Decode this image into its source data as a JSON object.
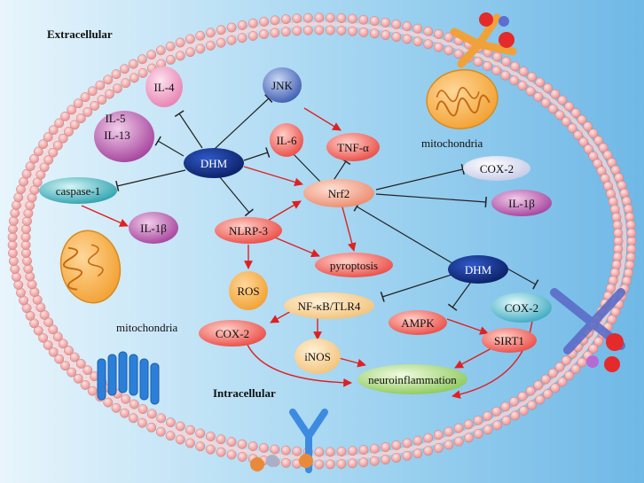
{
  "regions": {
    "extracellular": "Extracellular",
    "intracellular": "Intracellular",
    "mitochondria_top": "mitochondria",
    "mitochondria_left": "mitochondria"
  },
  "nodes": {
    "il4": "IL-4",
    "jnk": "JNK",
    "il5": "IL-5",
    "il13": "IL-13",
    "il6": "IL-6",
    "tnf": "TNF-α",
    "dhm_top": "DHM",
    "caspase1": "caspase-1",
    "nrf2": "Nrf2",
    "cox2_right": "COX-2",
    "il1b_right": "IL-1β",
    "il1b_left": "IL-1β",
    "nlrp3": "NLRP-3",
    "pyroptosis": "pyroptosis",
    "dhm_right": "DHM",
    "ros": "ROS",
    "nfkb": "NF-κB/TLR4",
    "cox2_membrane": "COX-2",
    "ampk": "AMPK",
    "cox2_left": "COX-2",
    "sirt1": "SIRT1",
    "inos": "iNOS",
    "neuroinflammation": "neuroinflammation"
  },
  "colors": {
    "background": "#9fd0ee",
    "activation_arrow": "#e02020",
    "inhibition_line": "#222222",
    "dhm_fill": "#0d2a78",
    "membrane_bead": "#f4a8a8"
  }
}
